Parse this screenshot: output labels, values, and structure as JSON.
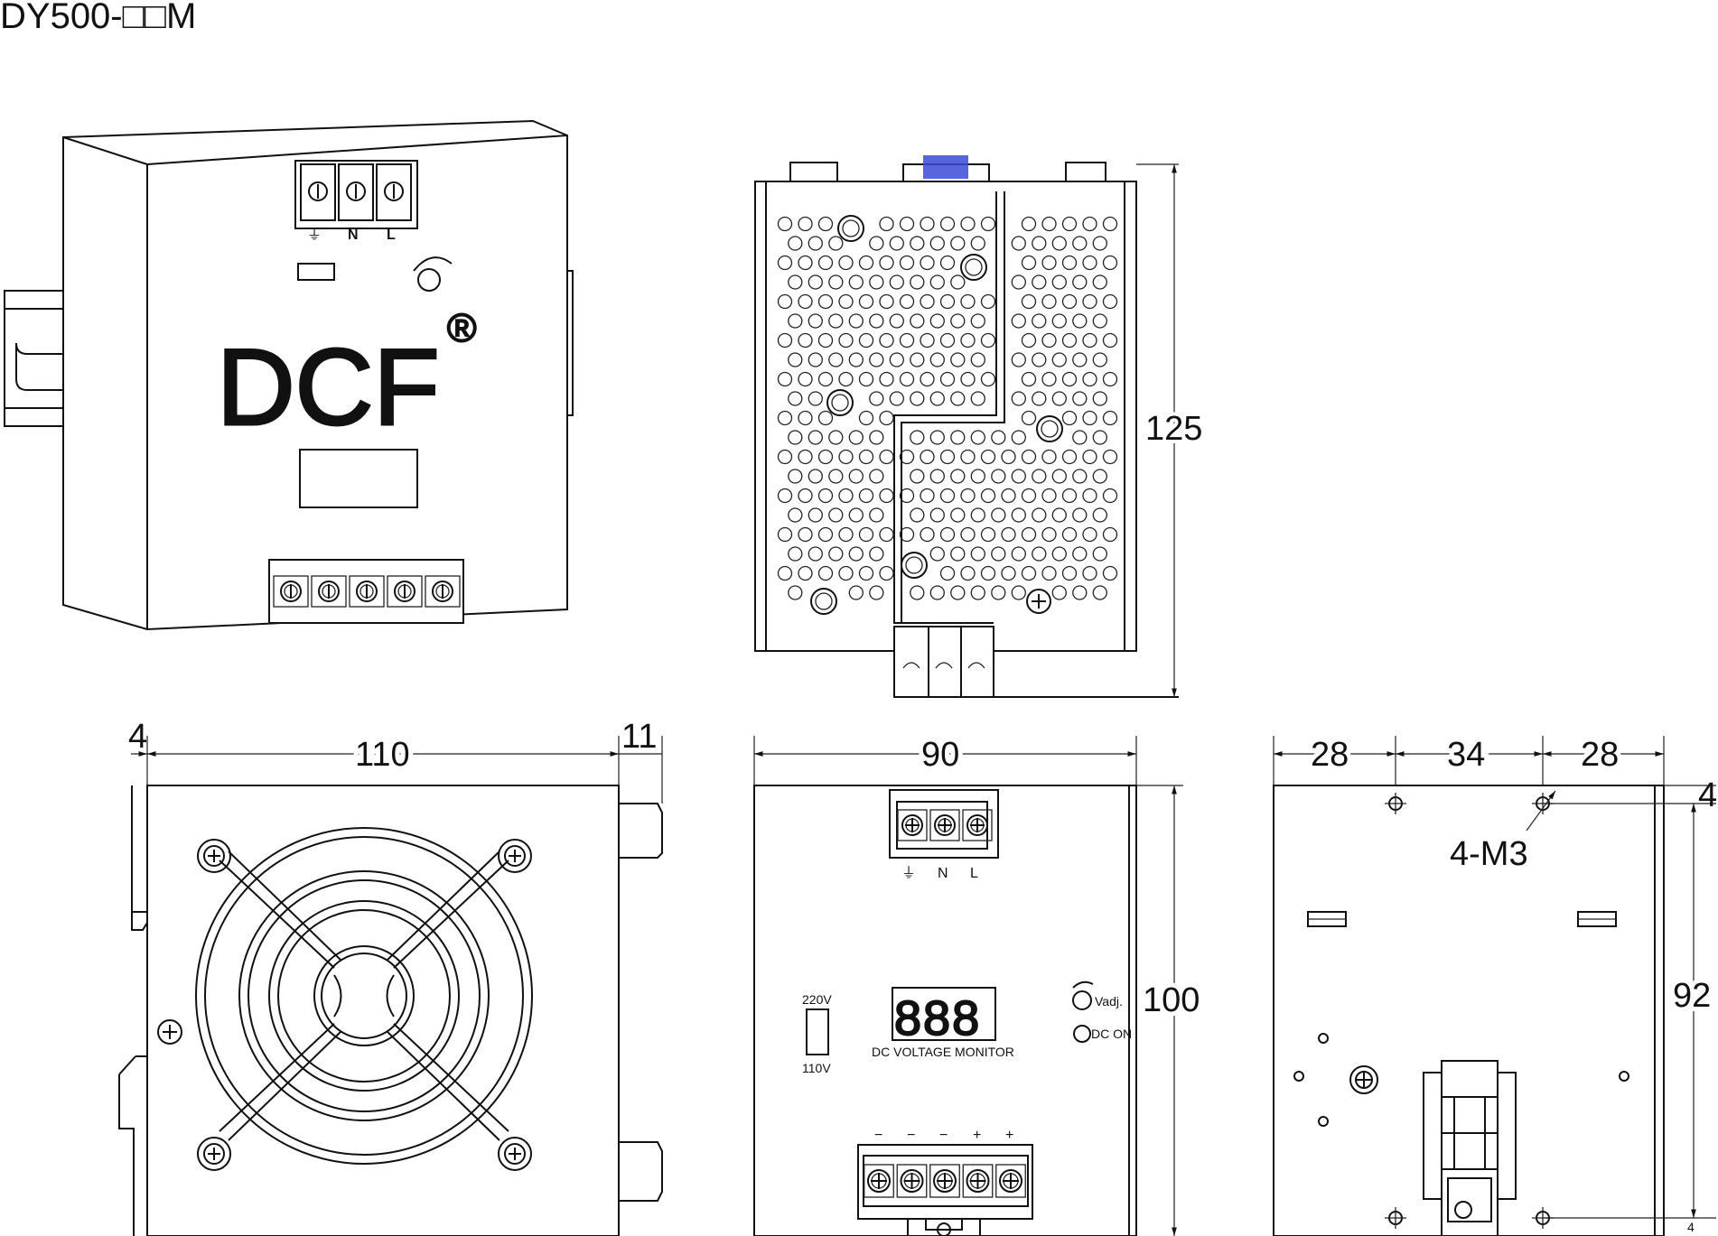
{
  "title": "DY500-□□M",
  "colors": {
    "line": "#111111",
    "accent_blue": "#3a4bd6",
    "background": "#ffffff"
  },
  "iso_view": {
    "brand": "DCF",
    "registered": "®",
    "terminal_labels": [
      "⏚",
      "N",
      "L"
    ]
  },
  "top_view": {
    "dimensions": {
      "height": "125"
    }
  },
  "side_view": {
    "dimensions": {
      "left_offset": "4",
      "width": "110",
      "right_offset": "11"
    }
  },
  "front_view": {
    "dimensions": {
      "width": "90",
      "height": "100"
    },
    "input_labels": [
      "⏚",
      "N",
      "L"
    ],
    "voltage_top": "220V",
    "voltage_bottom": "110V",
    "display_digits": "888",
    "monitor_label": "DC VOLTAGE MONITOR",
    "vadj_label": "Vadj.",
    "dcon_label": "DC ON",
    "output_polarity": [
      "−",
      "−",
      "−",
      "+",
      "+"
    ]
  },
  "back_view": {
    "dimensions": {
      "left": "28",
      "middle": "34",
      "right": "28",
      "top_offset": "4",
      "hole_span": "92",
      "bottom_offset": "4"
    },
    "hole_label": "4-M3"
  }
}
